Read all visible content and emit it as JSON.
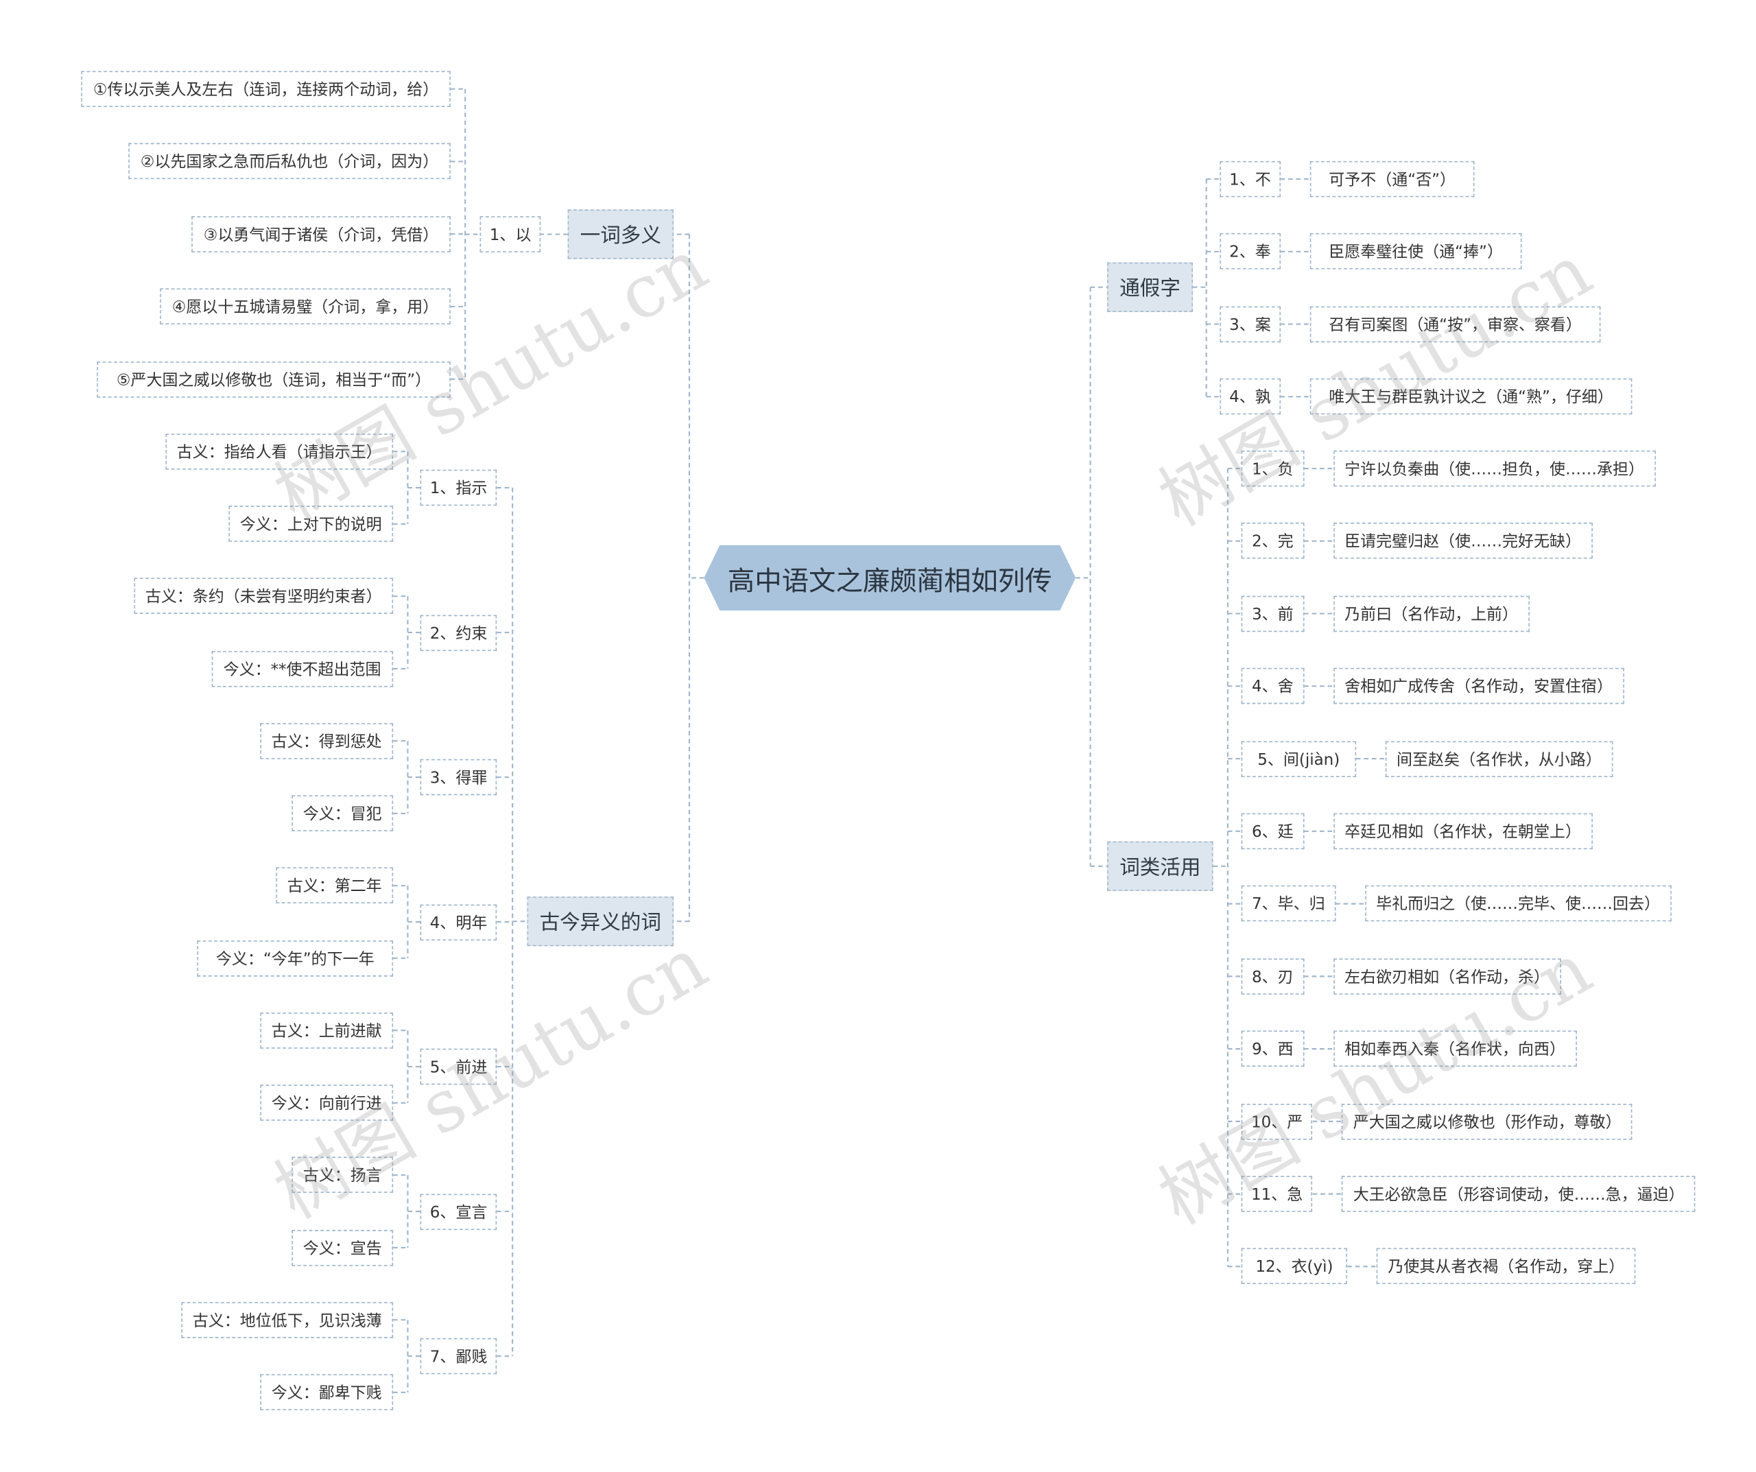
{
  "root": "高中语文之廉颇蔺相如列传",
  "watermark": "树图 shutu.cn",
  "colors": {
    "root_fill": "#a9c3dc",
    "branch_fill": "#dde6ee",
    "line": "#9fb6cc"
  },
  "left": [
    {
      "label": "一词多义",
      "items": [
        {
          "label": "1、以",
          "children": [
            "①传以示美人及左右（连词，连接两个动词，给）",
            "②以先国家之急而后私仇也（介词，因为）",
            "③以勇气闻于诸侯（介词，凭借）",
            "④愿以十五城请易璧（介词，拿，用）",
            "⑤严大国之威以修敬也（连词，相当于“而”）"
          ]
        }
      ]
    },
    {
      "label": "古今异义的词",
      "items": [
        {
          "label": "1、指示",
          "children": [
            "古义：指给人看（请指示王）",
            "今义：上对下的说明"
          ]
        },
        {
          "label": "2、约束",
          "children": [
            "古义：条约（未尝有坚明约束者）",
            "今义：**使不超出范围"
          ]
        },
        {
          "label": "3、得罪",
          "children": [
            "古义：得到惩处",
            "今义：冒犯"
          ]
        },
        {
          "label": "4、明年",
          "children": [
            "古义：第二年",
            "今义：“今年”的下一年"
          ]
        },
        {
          "label": "5、前进",
          "children": [
            "古义：上前进献",
            "今义：向前行进"
          ]
        },
        {
          "label": "6、宣言",
          "children": [
            "古义：扬言",
            "今义：宣告"
          ]
        },
        {
          "label": "7、鄙贱",
          "children": [
            "古义：地位低下，见识浅薄",
            "今义：鄙卑下贱"
          ]
        }
      ]
    }
  ],
  "right": [
    {
      "label": "通假字",
      "items": [
        {
          "label": "1、不",
          "detail": "可予不（通“否”）"
        },
        {
          "label": "2、奉",
          "detail": "臣愿奉璧往使（通“捧”）"
        },
        {
          "label": "3、案",
          "detail": "召有司案图（通“按”，审察、察看）"
        },
        {
          "label": "4、孰",
          "detail": "唯大王与群臣孰计议之（通“熟”，仔细）"
        }
      ]
    },
    {
      "label": "词类活用",
      "items": [
        {
          "label": "1、负",
          "detail": "宁许以负秦曲（使……担负，使……承担）"
        },
        {
          "label": "2、完",
          "detail": "臣请完璧归赵（使……完好无缺）"
        },
        {
          "label": "3、前",
          "detail": "乃前曰（名作动，上前）"
        },
        {
          "label": "4、舍",
          "detail": "舍相如广成传舍（名作动，安置住宿）"
        },
        {
          "label": "5、间(jiàn)",
          "detail": "间至赵矣（名作状，从小路）"
        },
        {
          "label": "6、廷",
          "detail": "卒廷见相如（名作状，在朝堂上）"
        },
        {
          "label": "7、毕、归",
          "detail": "毕礼而归之（使……完毕、使……回去）"
        },
        {
          "label": "8、刃",
          "detail": "左右欲刃相如（名作动，杀）"
        },
        {
          "label": "9、西",
          "detail": "相如奉西入秦（名作状，向西）"
        },
        {
          "label": "10、严",
          "detail": "严大国之威以修敬也（形作动，尊敬）"
        },
        {
          "label": "11、急",
          "detail": "大王必欲急臣（形容词使动，使……急，逼迫）"
        },
        {
          "label": "12、衣(yì)",
          "detail": "乃使其从者衣褐（名作动，穿上）"
        }
      ]
    }
  ]
}
